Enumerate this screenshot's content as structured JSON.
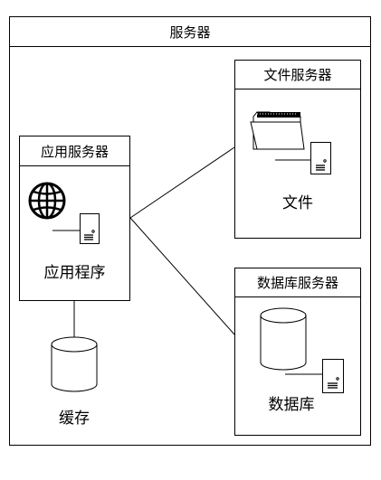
{
  "outer": {
    "title": "服务器"
  },
  "app_server": {
    "title": "应用服务器",
    "label": "应用程序"
  },
  "file_server": {
    "title": "文件服务器",
    "label": "文件"
  },
  "db_server": {
    "title": "数据库服务器",
    "label": "数据库"
  },
  "cache": {
    "label": "缓存"
  },
  "icons": {
    "globe": "globe-icon",
    "server": "server-icon",
    "folder": "folder-icon",
    "database": "database-cylinder-icon"
  }
}
